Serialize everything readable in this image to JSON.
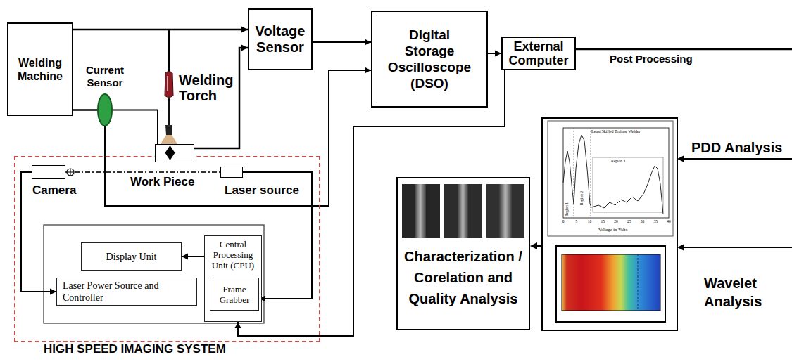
{
  "diagram": {
    "nodes": [
      {
        "text": [
          "Welding Machine"
        ]
      },
      {
        "text": [
          "Current Sensor"
        ]
      },
      {
        "text": [
          "Voltage Sensor"
        ]
      },
      {
        "text": [
          "Digital Storage Oscilloscope (DSO)"
        ]
      },
      {
        "text": [
          "External Computer"
        ]
      },
      {
        "text": [
          "HIGH SPEED IMAGING SYSTEM"
        ]
      },
      {
        "text": [
          "Camera"
        ],
        "in": 5
      },
      {
        "text": [
          "Work Piece"
        ]
      },
      {
        "text": [
          "Laser source"
        ],
        "in": 5
      },
      {
        "text": [
          "Display Unit"
        ],
        "in": 5
      },
      {
        "text": [
          "Laser Power Source and Controller"
        ],
        "in": 5
      },
      {
        "text": [
          "Central Processing Unit (CPU)"
        ],
        "in": 5
      },
      {
        "text": [
          "Frame Grabber"
        ],
        "in": 11
      },
      {
        "text": [
          "Characterization / Corelation and Quality Analysis"
        ]
      }
    ],
    "edges": [
      {
        "from": 0,
        "to": 2,
        "arrow": "to"
      },
      {
        "from": 7,
        "to": 2,
        "arrow": "to"
      },
      {
        "from": 0,
        "to": 1,
        "arrow": "none"
      },
      {
        "from": 1,
        "to": 7,
        "arrow": "none"
      },
      {
        "from": 1,
        "to": 3,
        "arrow": "to"
      },
      {
        "from": 2,
        "to": 3,
        "arrow": "to"
      },
      {
        "from": 3,
        "to": 4,
        "arrow": "to"
      },
      {
        "from": 4,
        "to": 11,
        "arrow": "to"
      },
      {
        "from": 11,
        "to": 9,
        "arrow": "to"
      },
      {
        "from": 6,
        "to": 10,
        "arrow": "to"
      },
      {
        "from": 8,
        "to": 12,
        "arrow": "to"
      }
    ],
    "labels": [
      "Welding Torch",
      "Post Processing",
      "PDD Analysis",
      "Wavelet Analysis",
      "Least Skilled Trainee Welder",
      "Region 1",
      "Region 2",
      "Region 3",
      "Voltage in Volts",
      "0",
      "5",
      "10",
      "15",
      "20",
      "25",
      "30",
      "35",
      "40"
    ]
  }
}
